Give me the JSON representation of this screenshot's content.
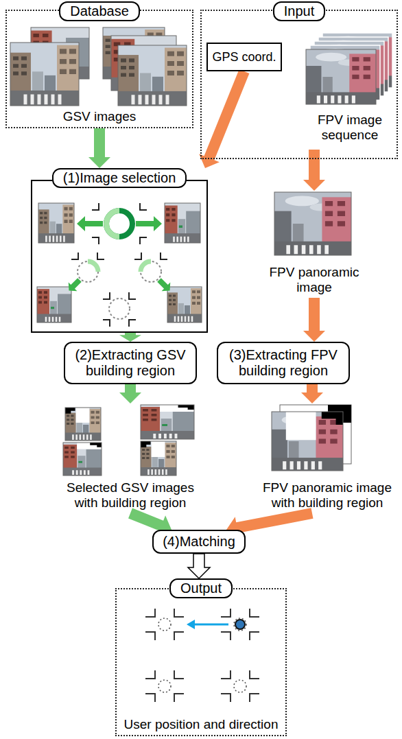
{
  "diagram": {
    "nodes": [
      {
        "text": [
          "Database",
          "GSV images"
        ]
      },
      {
        "text": [
          "Input"
        ]
      },
      {
        "text": [
          "GPS coord."
        ],
        "in": 1
      },
      {
        "text": [
          "FPV image sequence"
        ],
        "in": 1
      },
      {
        "text": [
          "(1)Image selection"
        ]
      },
      {
        "text": [
          "FPV panoramic image"
        ]
      },
      {
        "text": [
          "(2)Extracting GSV building region"
        ]
      },
      {
        "text": [
          "(3)Extracting FPV building region"
        ]
      },
      {
        "text": [
          "Selected GSV images with building region"
        ]
      },
      {
        "text": [
          "FPV panoramic image with building region"
        ]
      },
      {
        "text": [
          "(4)Matching"
        ]
      },
      {
        "text": [
          "Output",
          "User position and direction"
        ]
      }
    ],
    "edges": [
      {
        "from": 0,
        "to": 4,
        "arrow": "to"
      },
      {
        "from": 2,
        "to": 4,
        "arrow": "to"
      },
      {
        "from": 3,
        "to": 5,
        "arrow": "to"
      },
      {
        "from": 4,
        "to": 6,
        "arrow": "to"
      },
      {
        "from": 5,
        "to": 7,
        "arrow": "to"
      },
      {
        "from": 6,
        "to": 8,
        "arrow": "to"
      },
      {
        "from": 7,
        "to": 9,
        "arrow": "to"
      },
      {
        "from": 8,
        "to": 10,
        "arrow": "to"
      },
      {
        "from": 9,
        "to": 10,
        "arrow": "to"
      },
      {
        "from": 10,
        "to": 11,
        "arrow": "to"
      }
    ]
  }
}
